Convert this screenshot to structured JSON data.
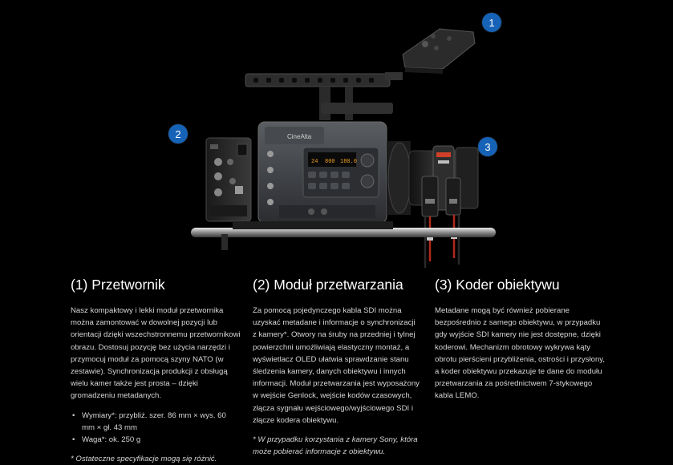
{
  "callouts": [
    "1",
    "2",
    "3"
  ],
  "colors": {
    "background": "#000000",
    "badge": "#1662b6",
    "heading": "#ffffff",
    "body_text": "#d6d6d6"
  },
  "camera_image": {
    "brand_label": "CineAlta",
    "screen_values": [
      "24",
      "800",
      "180.0"
    ]
  },
  "sections": [
    {
      "title": "(1) Przetwornik",
      "body": "Nasz kompaktowy i lekki moduł przetwornika można zamontować w dowolnej pozycji lub orientacji dzięki wszechstronnemu przetwornikowi obrazu. Dostosuj pozycję bez użycia narzędzi i przymocuj moduł za pomocą szyny NATO (w zestawie). Synchronizacja produkcji z obsługą wielu kamer także jest prosta – dzięki gromadzeniu metadanych.",
      "bullets": [
        "Wymiary*: przybliż. szer. 86 mm × wys. 60 mm × gł. 43 mm",
        "Waga*: ok. 250 g"
      ],
      "note": "* Ostateczne specyfikacje mogą się różnić."
    },
    {
      "title": "(2) Moduł przetwarzania",
      "body": "Za pomocą pojedynczego kabla SDI można uzyskać metadane i informacje o synchronizacji z kamery*. Otwory na śruby na przedniej i tylnej powierzchni umożliwiają elastyczny montaż, a wyświetlacz OLED ułatwia sprawdzanie stanu śledzenia kamery, danych obiektywu i innych informacji. Moduł przetwarzania jest wyposażony w wejście Genlock, wejście kodów czasowych, złącza sygnału wejściowego/wyjściowego SDI i złącze kodera obiektywu.",
      "note": "* W przypadku korzystania z kamery Sony, która może pobierać informacje z obiektywu."
    },
    {
      "title": "(3) Koder obiektywu",
      "body": "Metadane mogą być również pobierane bezpośrednio z samego obiektywu, w przypadku gdy wyjście SDI kamery nie jest dostępne, dzięki koderowi. Mechanizm obrotowy wykrywa kąty obrotu pierścieni przybliżenia, ostrości i przysłony, a koder obiektywu przekazuje te dane do modułu przetwarzania za pośrednictwem 7-stykowego kabla LEMO."
    }
  ]
}
